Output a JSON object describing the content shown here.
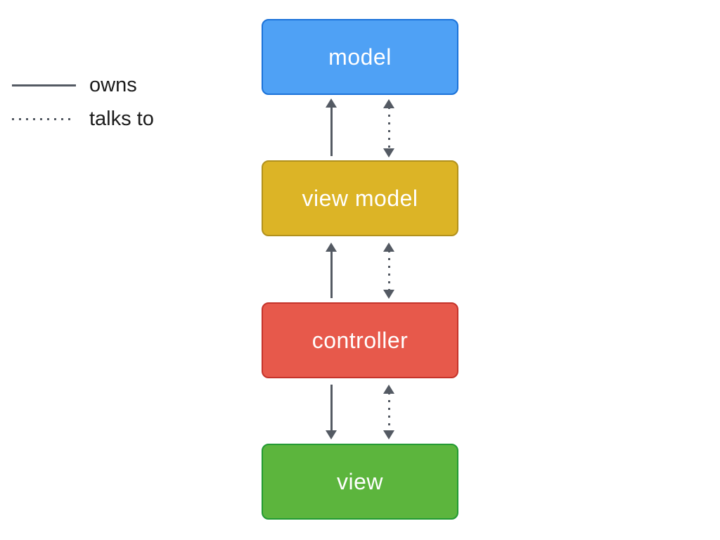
{
  "theme": {
    "background": "#FFFFFF",
    "arrow": "#545A63",
    "text": "#1B1B1B"
  },
  "diagram": {
    "nodes": [
      {
        "id": "model",
        "label": "model",
        "fill": "#4FA1F5",
        "border": "#1B72D9",
        "text_color": "#FFFFFF"
      },
      {
        "id": "view-model",
        "label": "view model",
        "fill": "#DCB426",
        "border": "#B2911C",
        "text_color": "#FFFFFF"
      },
      {
        "id": "controller",
        "label": "controller",
        "fill": "#E7594B",
        "border": "#C5332A",
        "text_color": "#FFFFFF"
      },
      {
        "id": "view",
        "label": "view",
        "fill": "#5CB53D",
        "border": "#229A33",
        "text_color": "#FFFFFF"
      }
    ],
    "edges": [
      {
        "from": "view model",
        "to": "model",
        "relation": "owns",
        "style": "solid",
        "direction": "up"
      },
      {
        "from": "model",
        "to": "view model",
        "relation": "talks to",
        "style": "dotted",
        "direction": "both"
      },
      {
        "from": "controller",
        "to": "view model",
        "relation": "owns",
        "style": "solid",
        "direction": "up"
      },
      {
        "from": "view model",
        "to": "controller",
        "relation": "talks to",
        "style": "dotted",
        "direction": "both"
      },
      {
        "from": "controller",
        "to": "view",
        "relation": "owns",
        "style": "solid",
        "direction": "down"
      },
      {
        "from": "controller",
        "to": "view",
        "relation": "talks to",
        "style": "dotted",
        "direction": "both"
      }
    ],
    "legend": {
      "items": [
        {
          "line_style": "solid",
          "label": "owns"
        },
        {
          "line_style": "dotted",
          "label": "talks to"
        }
      ]
    }
  }
}
